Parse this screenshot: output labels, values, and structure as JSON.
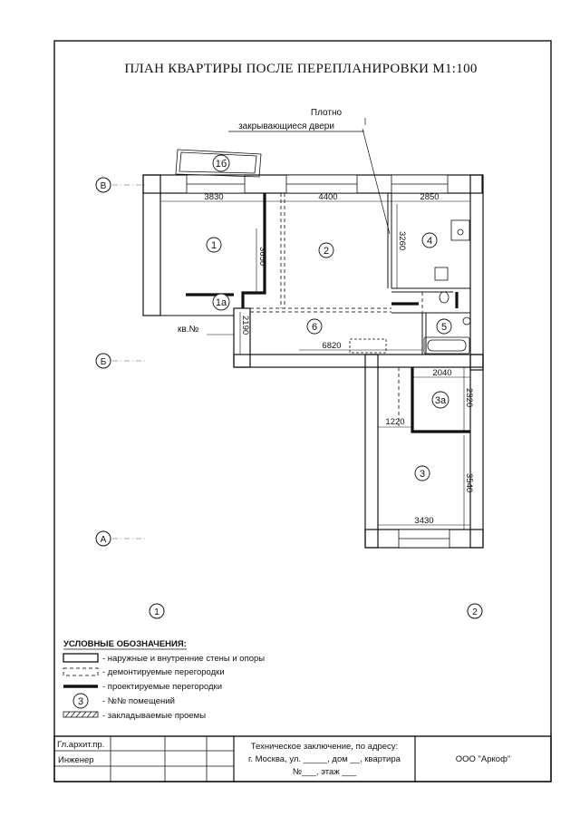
{
  "title": "ПЛАН КВАРТИРЫ ПОСЛЕ ПЕРЕПЛАНИРОВКИ   М1:100",
  "note": {
    "line1": "Плотно",
    "line2": "закрывающиеся двери"
  },
  "axes": {
    "v": "В",
    "b": "Б",
    "a": "А",
    "one": "1",
    "two": "2"
  },
  "dimensions": {
    "d3830": "3830",
    "d4400": "4400",
    "d2850": "2850",
    "d3650": "3650",
    "d3260": "3260",
    "d2190": "2190",
    "d6820": "6820",
    "d2040": "2040",
    "d2320": "2320",
    "d1220": "1220",
    "d3540": "3540",
    "d3430": "3430"
  },
  "rooms": {
    "r1": "1",
    "r1a": "1а",
    "r1b": "1б",
    "r2": "2",
    "r3": "3",
    "r3a": "3а",
    "r4": "4",
    "r5": "5",
    "r6": "6"
  },
  "apt_label": "кв.№",
  "legend": {
    "heading": "УСЛОВНЫЕ ОБОЗНАЧЕНИЯ:",
    "walls": "- наружные и внутренние стены и опоры",
    "demolished": "- демонтируемые перегородки",
    "designed": "- проектируемые перегородки",
    "room_no": "- №№ помещений",
    "room_sample": "3",
    "closed": "- закладываемые проемы"
  },
  "stamp": {
    "row1": "Гл.архит.пр.",
    "row2": "Инженер",
    "desc1": "Техническое заключение, по адресу:",
    "desc2": "г. Москва, ул. _____, дом __, квартира",
    "desc3": "№___, этаж ___",
    "company": "ООО \"Аркоф\""
  }
}
